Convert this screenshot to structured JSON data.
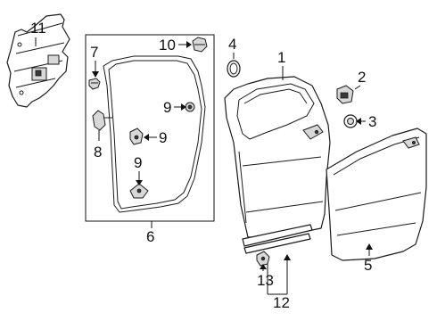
{
  "diagram": {
    "callouts": {
      "c1": "1",
      "c2": "2",
      "c3": "3",
      "c4": "4",
      "c5": "5",
      "c6": "6",
      "c7": "7",
      "c8": "8",
      "c9a": "9",
      "c9b": "9",
      "c9c": "9",
      "c10": "10",
      "c11": "11",
      "c12": "12",
      "c13": "13"
    }
  }
}
